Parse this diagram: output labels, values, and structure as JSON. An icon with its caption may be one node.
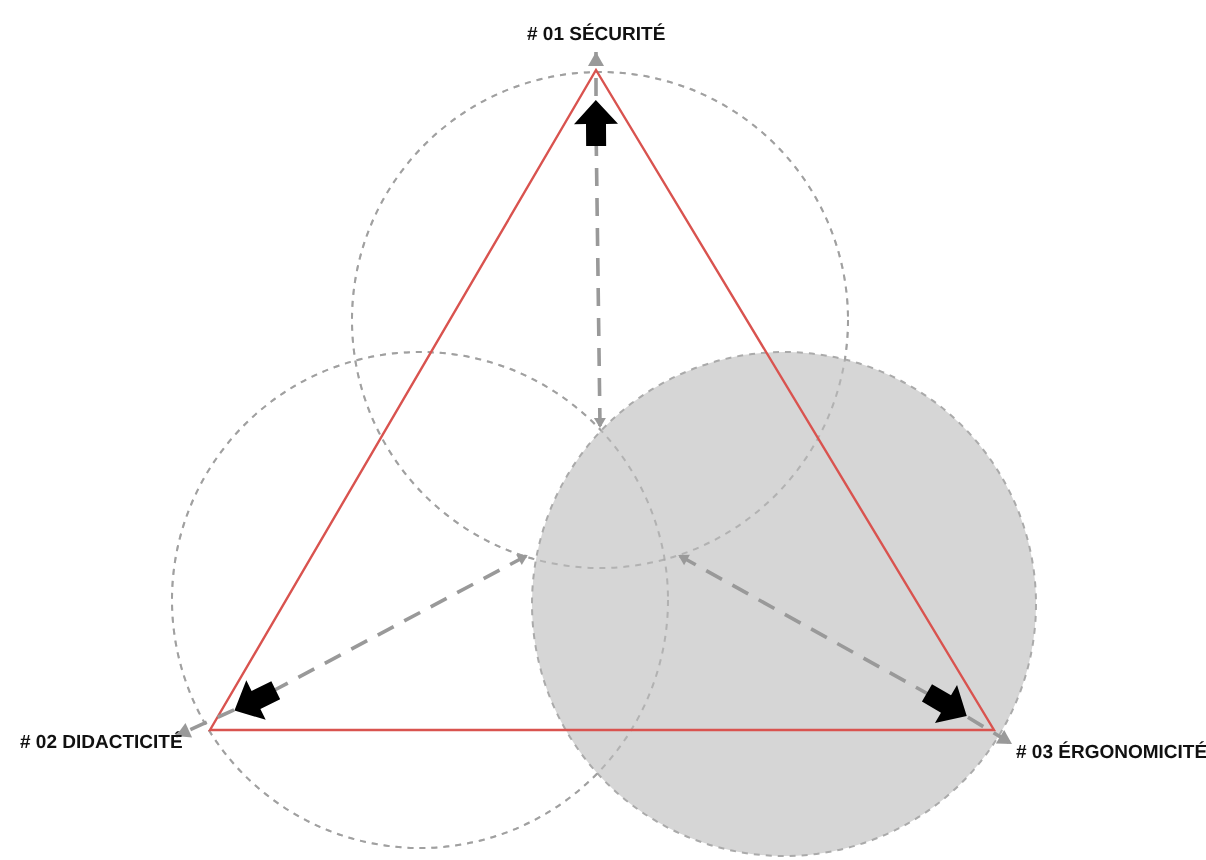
{
  "diagram": {
    "nodes": [
      {
        "text": [
          "# 01 SÉCURITÉ"
        ]
      },
      {
        "text": [
          "# 02 DIDACTICITÉ"
        ]
      },
      {
        "text": [
          "# 03 ÉRGONOMICITÉ"
        ]
      }
    ],
    "edges": [
      {
        "from": 0,
        "to": null,
        "arrow": "both",
        "style": "dashed"
      },
      {
        "from": 1,
        "to": null,
        "arrow": "both",
        "style": "dashed"
      },
      {
        "from": 2,
        "to": null,
        "arrow": "both",
        "style": "dashed"
      }
    ]
  }
}
